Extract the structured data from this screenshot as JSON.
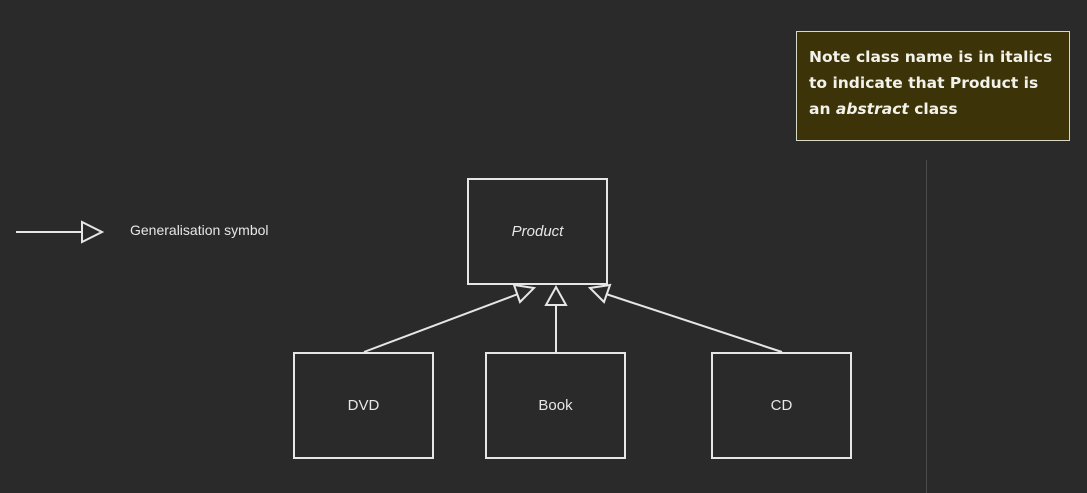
{
  "legend": {
    "label": "Generalisation symbol",
    "icon": "generalisation-arrow-icon"
  },
  "classes": {
    "product": "Product",
    "dvd": "DVD",
    "book": "Book",
    "cd": "CD"
  },
  "note": {
    "line1": "Note class name is in italics",
    "line2": "to indicate that Product is",
    "line3_prefix": "an",
    "line3_emphasis": "abstract",
    "line3_suffix": "class"
  },
  "colors": {
    "background": "#2a2a2a",
    "stroke": "#e6e6e6",
    "note_fill": "#3c3408"
  }
}
